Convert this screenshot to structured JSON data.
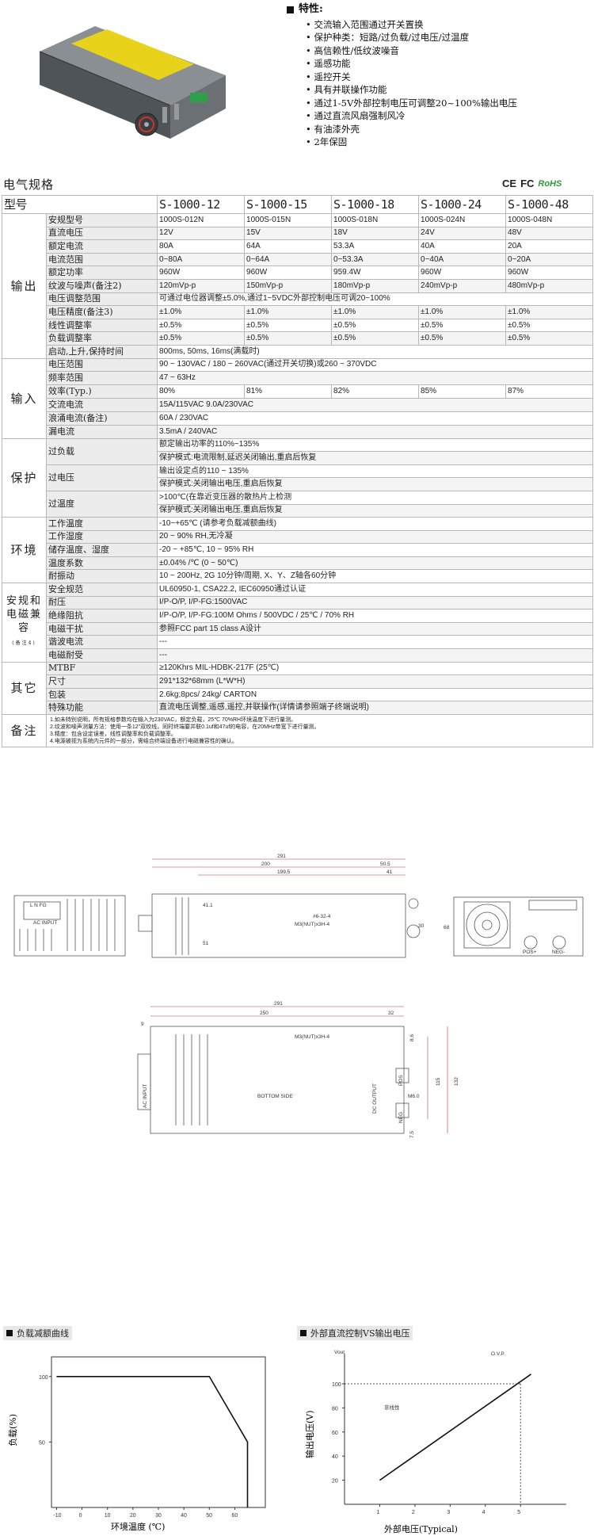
{
  "features": {
    "heading": "特性:",
    "items": [
      "交流输入范围通过开关置换",
      "保护种类：短路/过负载/过电压/过温度",
      "高信赖性/低纹波噪音",
      "遥感功能",
      "遥控开关",
      "具有并联操作功能",
      "通过1-5V外部控制电压可调整20~100%输出电压",
      "通过直流风扇强制风冷",
      "有油漆外壳",
      "2年保固"
    ]
  },
  "spec": {
    "title": "电气规格",
    "certs": {
      "ce": "CE",
      "fc": "FC",
      "rohs": "RoHS"
    },
    "model_label": "型号",
    "models": [
      "S-1000-12",
      "S-1000-15",
      "S-1000-18",
      "S-1000-24",
      "S-1000-48"
    ],
    "groups": {
      "output": "输出",
      "input": "输入",
      "protect": "保护",
      "env": "环境",
      "safety": "安规和电磁兼容",
      "safety_note": "(备注4)",
      "other": "其它",
      "notes": "备注"
    },
    "output": {
      "order_no": {
        "label": "安规型号",
        "values": [
          "1000S-012N",
          "1000S-015N",
          "1000S-018N",
          "1000S-024N",
          "1000S-048N"
        ]
      },
      "dc_voltage": {
        "label": "直流电压",
        "values": [
          "12V",
          "15V",
          "18V",
          "24V",
          "48V"
        ]
      },
      "rated_current": {
        "label": "额定电流",
        "values": [
          "80A",
          "64A",
          "53.3A",
          "40A",
          "20A"
        ]
      },
      "current_range": {
        "label": "电流范围",
        "values": [
          "0~80A",
          "0~64A",
          "0~53.3A",
          "0~40A",
          "0~20A"
        ]
      },
      "rated_power": {
        "label": "额定功率",
        "values": [
          "960W",
          "960W",
          "959.4W",
          "960W",
          "960W"
        ]
      },
      "ripple": {
        "label": "纹波与噪声(备注2)",
        "values": [
          "120mVp-p",
          "150mVp-p",
          "180mVp-p",
          "240mVp-p",
          "480mVp-p"
        ]
      },
      "adj_range": {
        "label": "电压调整范围",
        "value": "可通过电位器调整±5.0%,通过1~5VDC外部控制电压可调20~100%"
      },
      "tolerance": {
        "label": "电压精度(备注3)",
        "values": [
          "±1.0%",
          "±1.0%",
          "±1.0%",
          "±1.0%",
          "±1.0%"
        ]
      },
      "line_reg": {
        "label": "线性调整率",
        "values": [
          "±0.5%",
          "±0.5%",
          "±0.5%",
          "±0.5%",
          "±0.5%"
        ]
      },
      "load_reg": {
        "label": "负载调整率",
        "values": [
          "±0.5%",
          "±0.5%",
          "±0.5%",
          "±0.5%",
          "±0.5%"
        ]
      },
      "setup": {
        "label": "启动,上升,保持时间",
        "value": "800ms, 50ms, 16ms(满载时)"
      }
    },
    "input": {
      "voltage": {
        "label": "电压范围",
        "value": "90 ~ 130VAC / 180 ~ 260VAC(通过开关切换)或260 ~ 370VDC"
      },
      "freq": {
        "label": "频率范围",
        "value": "47 ~ 63Hz"
      },
      "eff": {
        "label": "效率(Typ.)",
        "values": [
          "80%",
          "81%",
          "82%",
          "85%",
          "87%"
        ]
      },
      "ac_current": {
        "label": "交流电流",
        "value": "15A/115VAC     9.0A/230VAC"
      },
      "inrush": {
        "label": "浪涌电流(备注)",
        "value": "60A / 230VAC"
      },
      "leakage": {
        "label": "漏电流",
        "value": "3.5mA / 240VAC"
      }
    },
    "protection": {
      "overload": {
        "label": "过负载",
        "lines": [
          "额定输出功率的110%~135%",
          "保护模式:电流限制,延迟关闭输出,重启后恢复"
        ]
      },
      "overvoltage": {
        "label": "过电压",
        "lines": [
          "输出设定点的110 ~ 135%",
          "保护模式:关闭输出电压,重启后恢复"
        ]
      },
      "overtemp": {
        "label": "过温度",
        "lines": [
          ">100℃(在靠近变压器的散热片上检测",
          "保护模式:关闭输出电压,重启后恢复"
        ]
      }
    },
    "environment": {
      "work_temp": {
        "label": "工作温度",
        "value": "-10~+65℃ (请参考负载减额曲线)"
      },
      "work_hum": {
        "label": "工作湿度",
        "value": "20 ~ 90% RH,无冷凝"
      },
      "storage": {
        "label": "储存温度、湿度",
        "value": "-20 ~ +85℃, 10 ~ 95% RH"
      },
      "temp_coef": {
        "label": "温度系数",
        "value": "±0.04% /℃ (0 ~ 50℃)"
      },
      "vibration": {
        "label": "耐振动",
        "value": "10 ~ 200Hz, 2G 10分钟/周期, X、Y、Z轴各60分钟"
      }
    },
    "safety": {
      "standards": {
        "label": "安全规范",
        "value": "UL60950-1, CSA22.2, IEC60950通过认证"
      },
      "withstand": {
        "label": "耐压",
        "value": "I/P-O/P, I/P-FG:1500VAC"
      },
      "isolation": {
        "label": "绝缘阻抗",
        "value": "I/P-O/P, I/P-FG:100M Ohms / 500VDC / 25℃ / 70% RH"
      },
      "emi": {
        "label": "电磁干扰",
        "value": "参照FCC part 15 class A设计"
      },
      "harmonic": {
        "label": "谐波电流",
        "value": "---"
      },
      "ems": {
        "label": "电磁耐受",
        "value": "---"
      }
    },
    "others": {
      "mtbf": {
        "label": "MTBF",
        "value": "≥120Khrs    MIL-HDBK-217F (25℃)"
      },
      "dimension": {
        "label": "尺寸",
        "value": "291*132*68mm (L*W*H)"
      },
      "packing": {
        "label": "包装",
        "value": "2.6kg;8pcs/ 24kg/ CARTON"
      },
      "special": {
        "label": "特殊功能",
        "value": "直流电压调整,遥感,遥控,并联操作(详情请参照端子终端说明)"
      }
    },
    "notes": [
      "1.如未特别说明，所有规格参数均在输入为230VAC，额定负载，25℃ 70%RH环境温度下进行量测。",
      "2.纹波和噪声测量方法：使用一条12\"双绞线，同时终端要并联0.1uf和47uf的电容，在20MHz带宽下进行量测。",
      "3.精度：包含设定误差，线性调整率和负载调整率。",
      "4.电源被视为系统内元件的一部分，需结合终端设备进行电磁兼容性的确认。"
    ]
  },
  "drawings": {
    "top": {
      "len": "291",
      "a": "200",
      "b": "50.5",
      "c": "199.5",
      "d": "41",
      "e": "30",
      "f": "68",
      "g": "41.1",
      "h": "51",
      "screw1": "#6-32-4",
      "screw2": "M3(NUT)x3H-4"
    },
    "terminal": {
      "pins": "L N FG",
      "label": "AC INPUT"
    },
    "end": {
      "pos": "POS+",
      "neg": "NEG-"
    },
    "bottom": {
      "len": "291",
      "a": "250",
      "b": "32",
      "c": "9",
      "h1": "115",
      "h2": "132",
      "h3": "8.6",
      "h4": "7.5",
      "screw": "M3(NUT)x3H-4",
      "label": "BOTTOM SIDE",
      "ac": "AC INPUT",
      "dc": "DC OUTPUT",
      "pos": "POS",
      "neg": "NEG",
      "m": "M6.0"
    }
  },
  "derating": {
    "title": "负载减额曲线",
    "ylabel": "负载(%)",
    "xlabel": "环境温度 (℃)",
    "chart_data": {
      "type": "line",
      "x": [
        -10,
        50,
        65,
        65
      ],
      "y": [
        100,
        100,
        50,
        0
      ],
      "xticks": [
        -10,
        0,
        10,
        20,
        30,
        40,
        50,
        60
      ],
      "yticks": [
        50,
        100
      ],
      "xlim": [
        -12,
        72
      ],
      "ylim": [
        0,
        115
      ]
    }
  },
  "control": {
    "title": "外部直流控制VS输出电压",
    "ylabel": "输出电压(V)",
    "xlabel": "外部电压(Typical)",
    "ytop": "Vout",
    "ovp": "O.V.P.",
    "annot": "非线性",
    "chart_data": {
      "type": "line",
      "x": [
        1,
        5.3
      ],
      "y": [
        20,
        108
      ],
      "xticks": [
        1,
        2,
        3,
        4,
        5
      ],
      "yticks": [
        20,
        40,
        60,
        80,
        100
      ],
      "xlim": [
        0,
        6.3
      ],
      "ylim": [
        0,
        125
      ]
    }
  }
}
